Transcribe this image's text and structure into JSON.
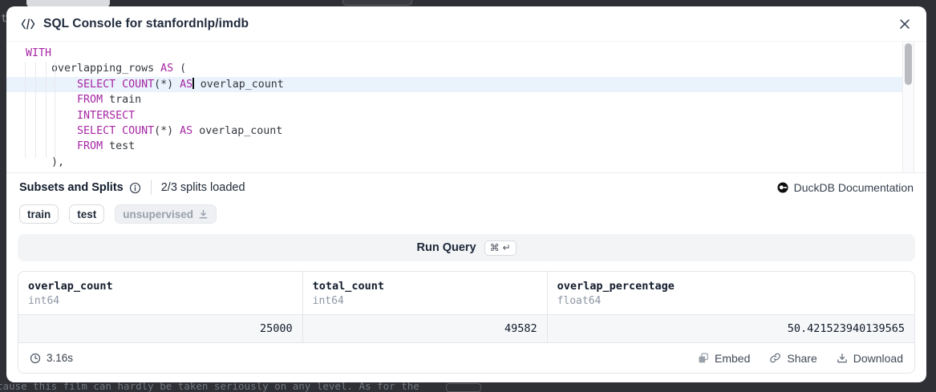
{
  "background": {
    "bottom_text": "cause this film can hardly be taken seriously on any level. As for the",
    "left_fragment": "t"
  },
  "header": {
    "title": "SQL Console for stanfordnlp/imdb",
    "icon": "code-brackets"
  },
  "editor": {
    "lines": [
      {
        "tokens": [
          [
            "k",
            "WITH"
          ]
        ]
      },
      {
        "tokens": [
          [
            "t",
            "    overlapping_rows "
          ],
          [
            "k",
            "AS"
          ],
          [
            "t",
            " ("
          ]
        ]
      },
      {
        "active": true,
        "tokens": [
          [
            "t",
            "        "
          ],
          [
            "k",
            "SELECT"
          ],
          [
            "t",
            " "
          ],
          [
            "k",
            "COUNT"
          ],
          [
            "t",
            "(*) "
          ],
          [
            "k",
            "AS"
          ],
          [
            "c",
            ""
          ],
          [
            "t",
            " overlap_count"
          ]
        ]
      },
      {
        "tokens": [
          [
            "t",
            "        "
          ],
          [
            "k",
            "FROM"
          ],
          [
            "t",
            " train"
          ]
        ]
      },
      {
        "tokens": [
          [
            "t",
            "        "
          ],
          [
            "k",
            "INTERSECT"
          ]
        ]
      },
      {
        "tokens": [
          [
            "t",
            "        "
          ],
          [
            "k",
            "SELECT"
          ],
          [
            "t",
            " "
          ],
          [
            "k",
            "COUNT"
          ],
          [
            "t",
            "(*) "
          ],
          [
            "k",
            "AS"
          ],
          [
            "t",
            " overlap_count"
          ]
        ]
      },
      {
        "tokens": [
          [
            "t",
            "        "
          ],
          [
            "k",
            "FROM"
          ],
          [
            "t",
            " test"
          ]
        ]
      },
      {
        "tokens": [
          [
            "t",
            "    ),"
          ]
        ]
      }
    ]
  },
  "splits": {
    "title": "Subsets and Splits",
    "status": "2/3 splits loaded",
    "doc_link": "DuckDB Documentation",
    "tags": [
      {
        "label": "train",
        "loaded": true
      },
      {
        "label": "test",
        "loaded": true
      },
      {
        "label": "unsupervised",
        "loaded": false
      }
    ]
  },
  "run": {
    "label": "Run Query",
    "shortcut": "⌘ ↵"
  },
  "results": {
    "columns": [
      {
        "name": "overlap_count",
        "type": "int64",
        "value": "25000"
      },
      {
        "name": "total_count",
        "type": "int64",
        "value": "49582"
      },
      {
        "name": "overlap_percentage",
        "type": "float64",
        "value": "50.421523940139565"
      }
    ],
    "elapsed": "3.16s",
    "actions": [
      "Embed",
      "Share",
      "Download"
    ]
  },
  "colors": {
    "keyword": "#a626a4",
    "code_text": "#33373d",
    "active_line": "#eaf2fc"
  }
}
